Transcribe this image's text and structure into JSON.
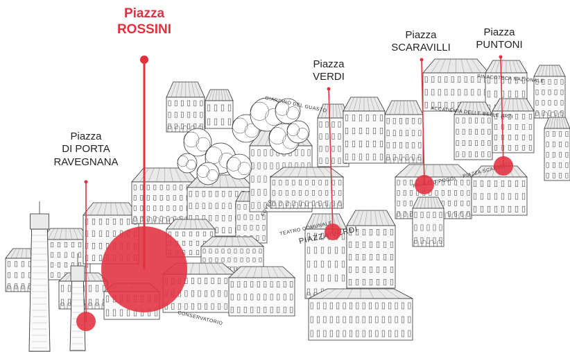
{
  "colors": {
    "accent": "#e3303f",
    "ink": "#333333",
    "roof": "#e9e9e9",
    "wall": "#fafafa"
  },
  "squares": [
    {
      "id": "rossini",
      "line1": "Piazza",
      "line2": "ROSSINI",
      "highlight": true
    },
    {
      "id": "ravegnana",
      "line1": "Piazza",
      "line2": "DI PORTA",
      "line3": "RAVEGNANA",
      "highlight": false
    },
    {
      "id": "verdi",
      "line1": "Piazza",
      "line2": "VERDI",
      "highlight": false
    },
    {
      "id": "scaravilli",
      "line1": "Piazza",
      "line2": "SCARAVILLI",
      "highlight": false
    },
    {
      "id": "puntoni",
      "line1": "Piazza",
      "line2": "PUNTONI",
      "highlight": false
    }
  ],
  "map_labels": {
    "giardino": "GIARDINO DEL GUASTO",
    "teatro": "TEATRO COMUNALE",
    "piazza_verdi": "PIAZZA VERDI",
    "foyer": "FOYER",
    "pinacoteca": "PINACOTECA NAZIONALE",
    "accademia": "ACCADEMIA DELLE BELLE ARTI",
    "scaravilli": "PIAZZA SCARAVILLI",
    "conservatorio": "CONSERVATORIO",
    "palazzo": "PALAZZO POGGI"
  }
}
